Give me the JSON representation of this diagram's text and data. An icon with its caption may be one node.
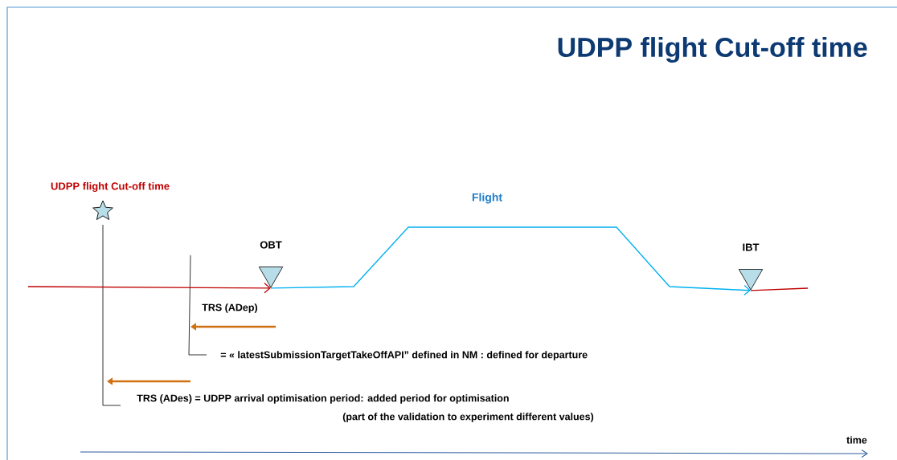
{
  "diagram": {
    "title": "UDPP flight Cut-off time",
    "nodes": [
      {
        "text": [],
        "shape": "star",
        "beside": [
          "UDPP flight Cut-off time"
        ]
      },
      {
        "text": [],
        "shape": "triangle",
        "beside": [
          "OBT"
        ]
      },
      {
        "text": [],
        "shape": "triangle",
        "beside": [
          "IBT"
        ]
      }
    ],
    "edges": [
      {
        "from": null,
        "to": 1,
        "arrow": "to"
      },
      {
        "from": 1,
        "to": 2,
        "arrow": "to",
        "label": "Flight",
        "color": "#00b0f0"
      },
      {
        "from": 2,
        "to": null,
        "arrow": "none"
      }
    ],
    "labels": [
      "TRS (ADep)",
      "= « latestSubmissionTargetTakeOffAPI” defined in NM : defined for departure",
      "TRS (ADes) = UDPP arrival optimisation period: added period for optimisation",
      "(part of the validation to experiment different values)",
      "time"
    ]
  }
}
